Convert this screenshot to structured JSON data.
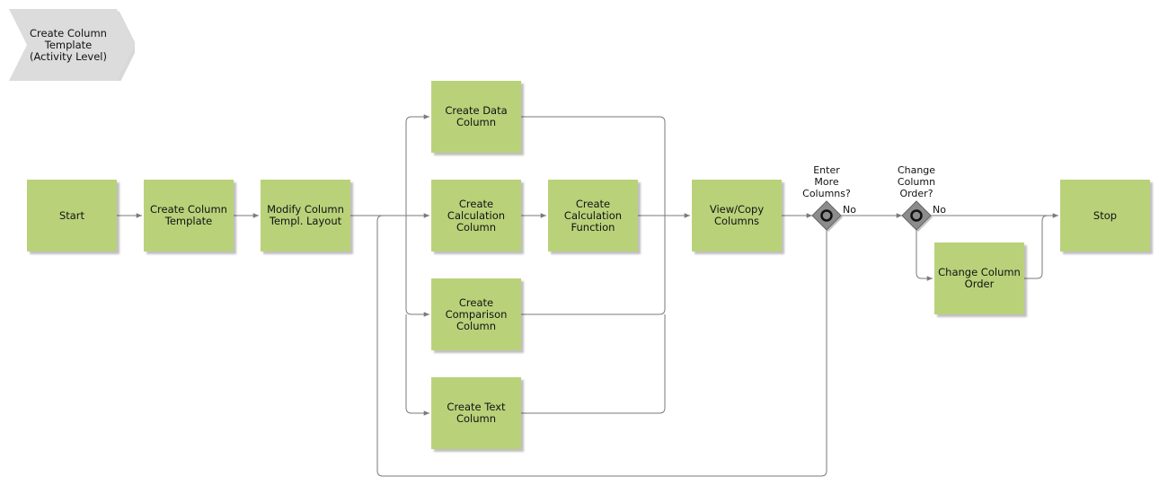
{
  "process": {
    "label": "Create Column\nTemplate\n(Activity Level)"
  },
  "nodes": {
    "start": "Start",
    "create_template": "Create Column\nTemplate",
    "modify_layout": "Modify Column\nTempl. Layout",
    "data_column": "Create Data\nColumn",
    "calc_column": "Create\nCalculation\nColumn",
    "calc_function": "Create\nCalculation\nFunction",
    "comparison_column": "Create\nComparison\nColumn",
    "text_column": "Create Text\nColumn",
    "view_copy": "View/Copy\nColumns",
    "change_order": "Change Column\nOrder",
    "stop": "Stop"
  },
  "gateways": {
    "more_columns": {
      "question": "Enter\nMore\nColumns?",
      "no_label": "No"
    },
    "change_order": {
      "question": "Change\nColumn\nOrder?",
      "no_label": "No"
    }
  },
  "colors": {
    "activity_fill": "#b9d27a",
    "connector": "#7a7a7a",
    "process_fill": "#dcdcdc",
    "gateway_fill": "#8c8c8c"
  }
}
